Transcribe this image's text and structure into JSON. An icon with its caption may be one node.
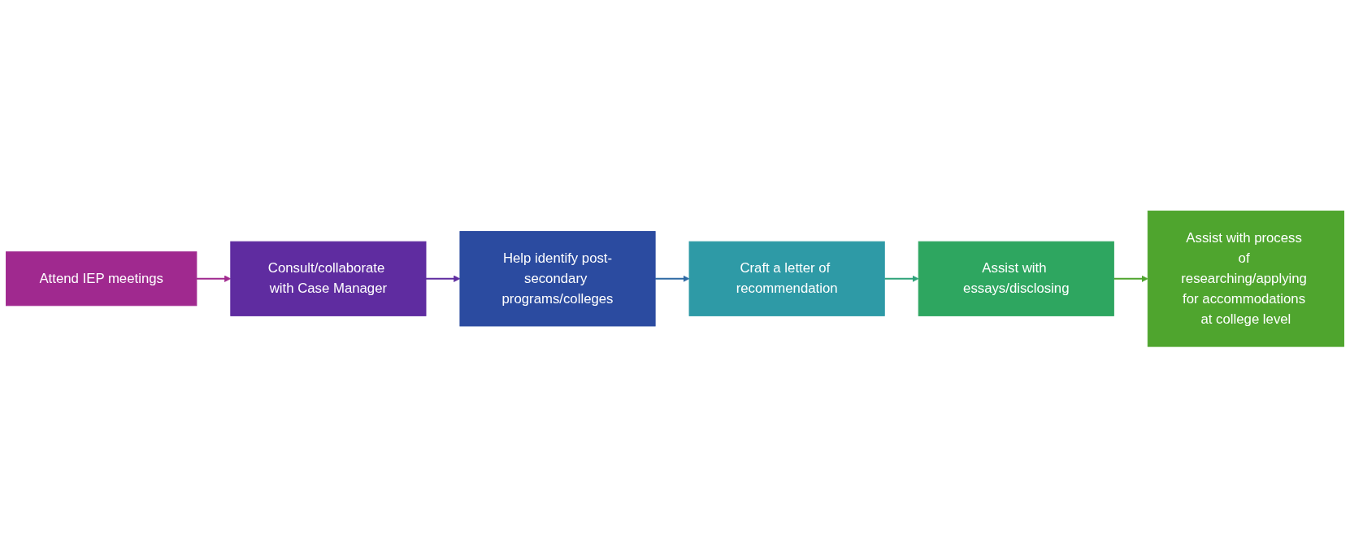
{
  "diagram": {
    "nodes": [
      {
        "text": [
          "Attend IEP meetings"
        ]
      },
      {
        "text": [
          "Consult/collaborate with Case Manager"
        ]
      },
      {
        "text": [
          "Help identify post-secondary programs/colleges"
        ]
      },
      {
        "text": [
          "Craft a letter of recommendation"
        ]
      },
      {
        "text": [
          "Assist with essays/disclosing"
        ]
      },
      {
        "text": [
          "Assist with process of researching/applying for accommodations at college level"
        ]
      }
    ],
    "edges": [
      {
        "from": 0,
        "to": 1,
        "arrow": "to",
        "color": "#a0298f"
      },
      {
        "from": 1,
        "to": 2,
        "arrow": "to",
        "color": "#5f2ca0"
      },
      {
        "from": 2,
        "to": 3,
        "arrow": "to",
        "color": "#2e6aa4"
      },
      {
        "from": 3,
        "to": 4,
        "arrow": "to",
        "color": "#2ea37a"
      },
      {
        "from": 4,
        "to": 5,
        "arrow": "to",
        "color": "#4fa52e"
      }
    ]
  }
}
